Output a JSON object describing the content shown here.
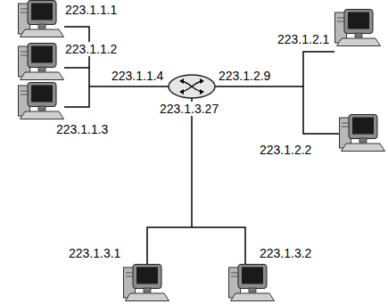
{
  "diagram": {
    "labels": [
      "223.1.1.1",
      "223.1.1.2",
      "223.1.2.1",
      "223.1.1.4",
      "223.1.2.9",
      "223.1.1.3",
      "223.1.3.27",
      "223.1.2.2",
      "223.1.3.1",
      "223.1.3.2"
    ]
  }
}
